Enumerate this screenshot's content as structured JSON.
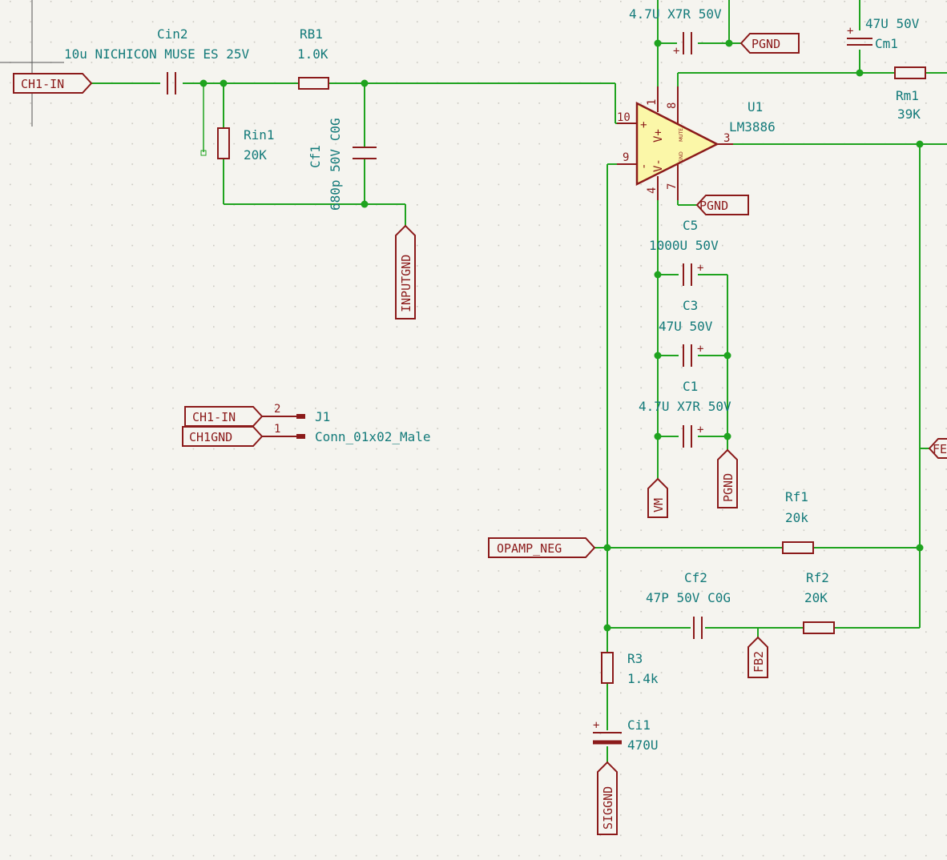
{
  "colors": {
    "background": "#f5f4ef",
    "wire": "#1fa31f",
    "symbol": "#8b1a1a",
    "text": "#137a7a",
    "opamp_fill": "#fbf7a8"
  },
  "components": {
    "cin2": {
      "ref": "Cin2",
      "value": "10u NICHICON MUSE ES 25V"
    },
    "rb1": {
      "ref": "RB1",
      "value": "1.0K"
    },
    "rin1": {
      "ref": "Rin1",
      "value": "20K"
    },
    "cf1": {
      "ref": "Cf1",
      "value": "680p 50V C0G"
    },
    "u1": {
      "ref": "U1",
      "value": "LM3886",
      "pin_vplus": "V+",
      "pin_vminus": "V-",
      "pin_plus": "+",
      "pin_minus": "-",
      "pin_mute": "MUTE",
      "pin_gnd": "GND"
    },
    "c_top": {
      "value": "4.7U X7R 50V"
    },
    "cm1": {
      "ref": "Cm1",
      "value": "47U 50V"
    },
    "rm1": {
      "ref": "Rm1",
      "value": "39K"
    },
    "c5": {
      "ref": "C5",
      "value": "1000U 50V"
    },
    "c3": {
      "ref": "C3",
      "value": "47U 50V"
    },
    "c1": {
      "ref": "C1",
      "value": "4.7U X7R 50V"
    },
    "rf1": {
      "ref": "Rf1",
      "value": "20k"
    },
    "cf2": {
      "ref": "Cf2",
      "value": "47P 50V C0G"
    },
    "rf2": {
      "ref": "Rf2",
      "value": "20K"
    },
    "r3": {
      "ref": "R3",
      "value": "1.4k"
    },
    "ci1": {
      "ref": "Ci1",
      "value": "470U"
    },
    "j1": {
      "ref": "J1",
      "value": "Conn_01x02_Male"
    }
  },
  "pins": {
    "p10": "10",
    "p9": "9",
    "p1": "1",
    "p8": "8",
    "p3": "3",
    "p4": "4",
    "p7": "7",
    "j1_p2": "2",
    "j1_p1": "1"
  },
  "labels": {
    "ch1_in": "CH1-IN",
    "ch1_in_j": "CH1-IN",
    "ch1gnd": "CH1GND",
    "inputgnd": "INPUTGND",
    "pgnd_top": "PGND",
    "pgnd_mid": "PGND",
    "pgnd_right": "PGND",
    "vm": "VM",
    "opamp_neg": "OPAMP_NEG",
    "fb2": "FB2",
    "siggnd": "SIGGND",
    "fb_edge": "FE"
  },
  "polarity_mark": "+"
}
